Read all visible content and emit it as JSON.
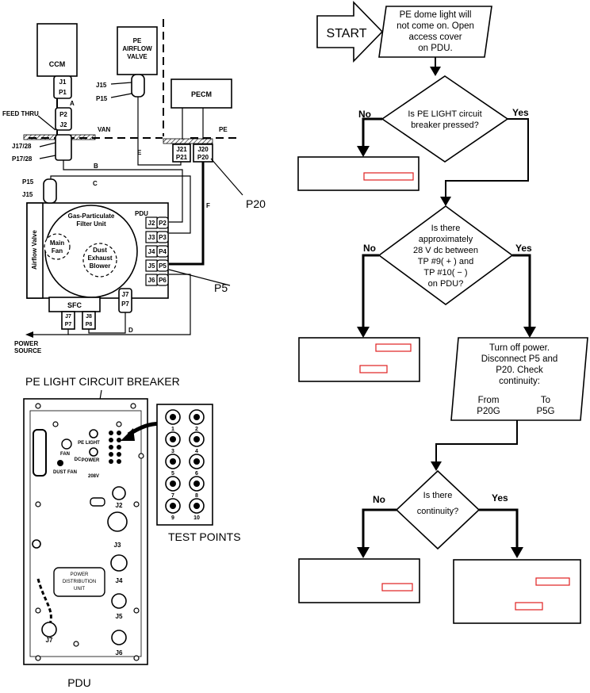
{
  "schematic": {
    "ccm": "CCM",
    "pe_airflow_valve": [
      "PE",
      "AIRFLOW",
      "VALVE"
    ],
    "pecm": "PECM",
    "van": "VAN",
    "pe": "PE",
    "feed_thru": "FEED THRU",
    "connectors": {
      "j1": "J1",
      "p1": "P1",
      "a": "A",
      "p2": "P2",
      "j2": "J2",
      "j17_28": "J17/28",
      "p17_28": "P17/28",
      "j15_top": "J15",
      "p15_top": "P15",
      "j21": "J21",
      "p21": "P21",
      "j20": "J20",
      "p20": "P20",
      "e": "E",
      "b": "B",
      "c": "C",
      "f": "F",
      "d": "D",
      "p15": "P15",
      "j15": "J15"
    },
    "p20_callout": "P20",
    "p5_callout": "P5",
    "pdu": "PDU",
    "gas_particulate": [
      "Gas-Particulate",
      "Filter Unit"
    ],
    "main_fan": [
      "Main",
      "Fan"
    ],
    "dust_blower": [
      "Dust",
      "Exhaust",
      "Blower"
    ],
    "airflow_valve": "Airflow Valve",
    "jack_pairs": [
      {
        "j": "J2",
        "p": "P2"
      },
      {
        "j": "J3",
        "p": "P3"
      },
      {
        "j": "J4",
        "p": "P4"
      },
      {
        "j": "J5",
        "p": "P5"
      },
      {
        "j": "J6",
        "p": "P6"
      }
    ],
    "j7": "J7",
    "p7": "P7",
    "sfc": "SFC",
    "sfc_pairs": [
      {
        "j": "J7",
        "p": "P7"
      },
      {
        "j": "J8",
        "p": "P8"
      }
    ],
    "power_source": [
      "POWER",
      "SOURCE"
    ]
  },
  "panel": {
    "breaker_label": "PE LIGHT CIRCUIT BREAKER",
    "pe_light": "PE LIGHT",
    "fan": "FAN",
    "dc": "DC",
    "power": "POWER",
    "dust_fan": "DUST FAN",
    "v208": "208V",
    "j2": "J2",
    "j3": "J3",
    "j4": "J4",
    "j5": "J5",
    "j6": "J6",
    "j7": "J7",
    "plate": [
      "POWER",
      "DISTRIBUTION",
      "UNIT"
    ],
    "caption": "PDU",
    "test_points_label": "TEST POINTS",
    "test_points": [
      "1",
      "2",
      "3",
      "4",
      "5",
      "6",
      "7",
      "8",
      "9",
      "10"
    ]
  },
  "flowchart": {
    "start": "START",
    "step1": [
      "PE dome light will",
      "not come on. Open",
      "access cover",
      "on PDU."
    ],
    "q1": [
      "Is PE LIGHT circuit",
      "breaker pressed?"
    ],
    "q2": [
      "Is there",
      "approximately",
      "28 V dc between",
      "TP #9( + ) and",
      "TP #10( − )",
      "on PDU?"
    ],
    "step2": [
      "Turn off power.",
      "Disconnect P5 and",
      "P20. Check",
      "continuity:"
    ],
    "step2_from": [
      "From",
      "P20G"
    ],
    "step2_to": [
      "To",
      "P5G"
    ],
    "q3": [
      "Is there",
      "continuity?"
    ],
    "no": "No",
    "yes": "Yes"
  }
}
